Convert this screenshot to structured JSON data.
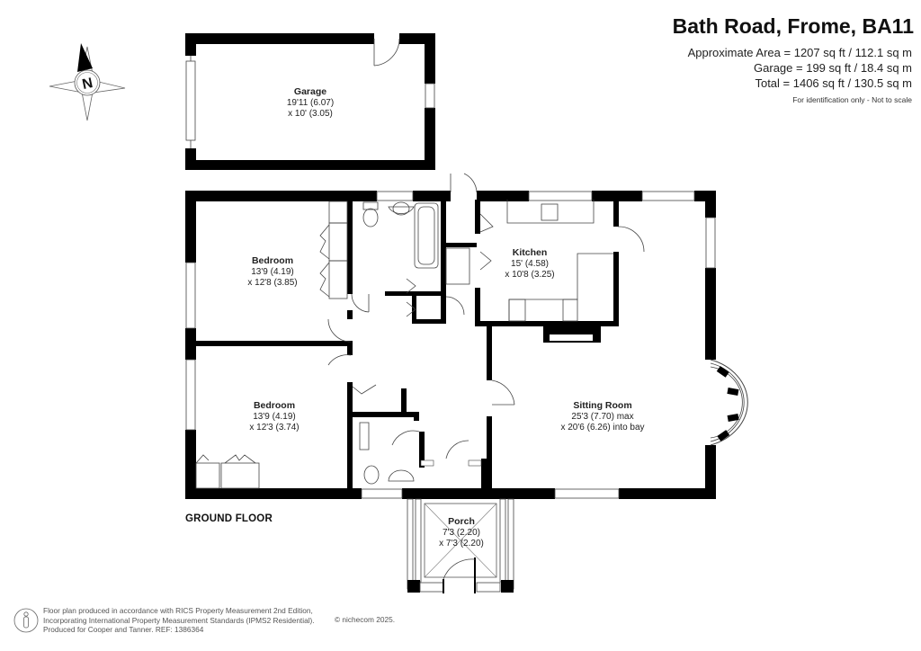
{
  "header": {
    "title": "Bath Road, Frome, BA11",
    "areas": [
      "Approximate Area = 1207 sq ft / 112.1 sq m",
      "Garage = 199 sq ft / 18.4 sq m",
      "Total = 1406 sq ft / 130.5 sq m"
    ],
    "disclaimer": "For identification only - Not to scale"
  },
  "compass": {
    "icon": "north-compass-icon",
    "label": "N"
  },
  "rooms": {
    "garage": {
      "name": "Garage",
      "dim1": "19'11 (6.07)",
      "dim2": "x 10' (3.05)"
    },
    "bedroom1": {
      "name": "Bedroom",
      "dim1": "13'9 (4.19)",
      "dim2": "x 12'8 (3.85)"
    },
    "bedroom2": {
      "name": "Bedroom",
      "dim1": "13'9 (4.19)",
      "dim2": "x 12'3 (3.74)"
    },
    "kitchen": {
      "name": "Kitchen",
      "dim1": "15' (4.58)",
      "dim2": "x 10'8 (3.25)"
    },
    "sitting": {
      "name": "Sitting Room",
      "dim1": "25'3 (7.70) max",
      "dim2": "x 20'6 (6.26) into bay"
    },
    "porch": {
      "name": "Porch",
      "dim1": "7'3 (2.20)",
      "dim2": "x 7'3 (2.20)"
    }
  },
  "floor_label": "GROUND FLOOR",
  "footer": {
    "line1": "Floor plan produced in accordance with RICS Property Measurement 2nd Edition,",
    "line2": "Incorporating International Property Measurement Standards (IPMS2 Residential).",
    "line3": "Produced for Cooper and Tanner.   REF:  1386364",
    "copyright": "© nichecom 2025.",
    "icon": "person-accessibility-icon"
  },
  "colors": {
    "wall": "#000000",
    "line": "#555555",
    "text": "#222222"
  }
}
